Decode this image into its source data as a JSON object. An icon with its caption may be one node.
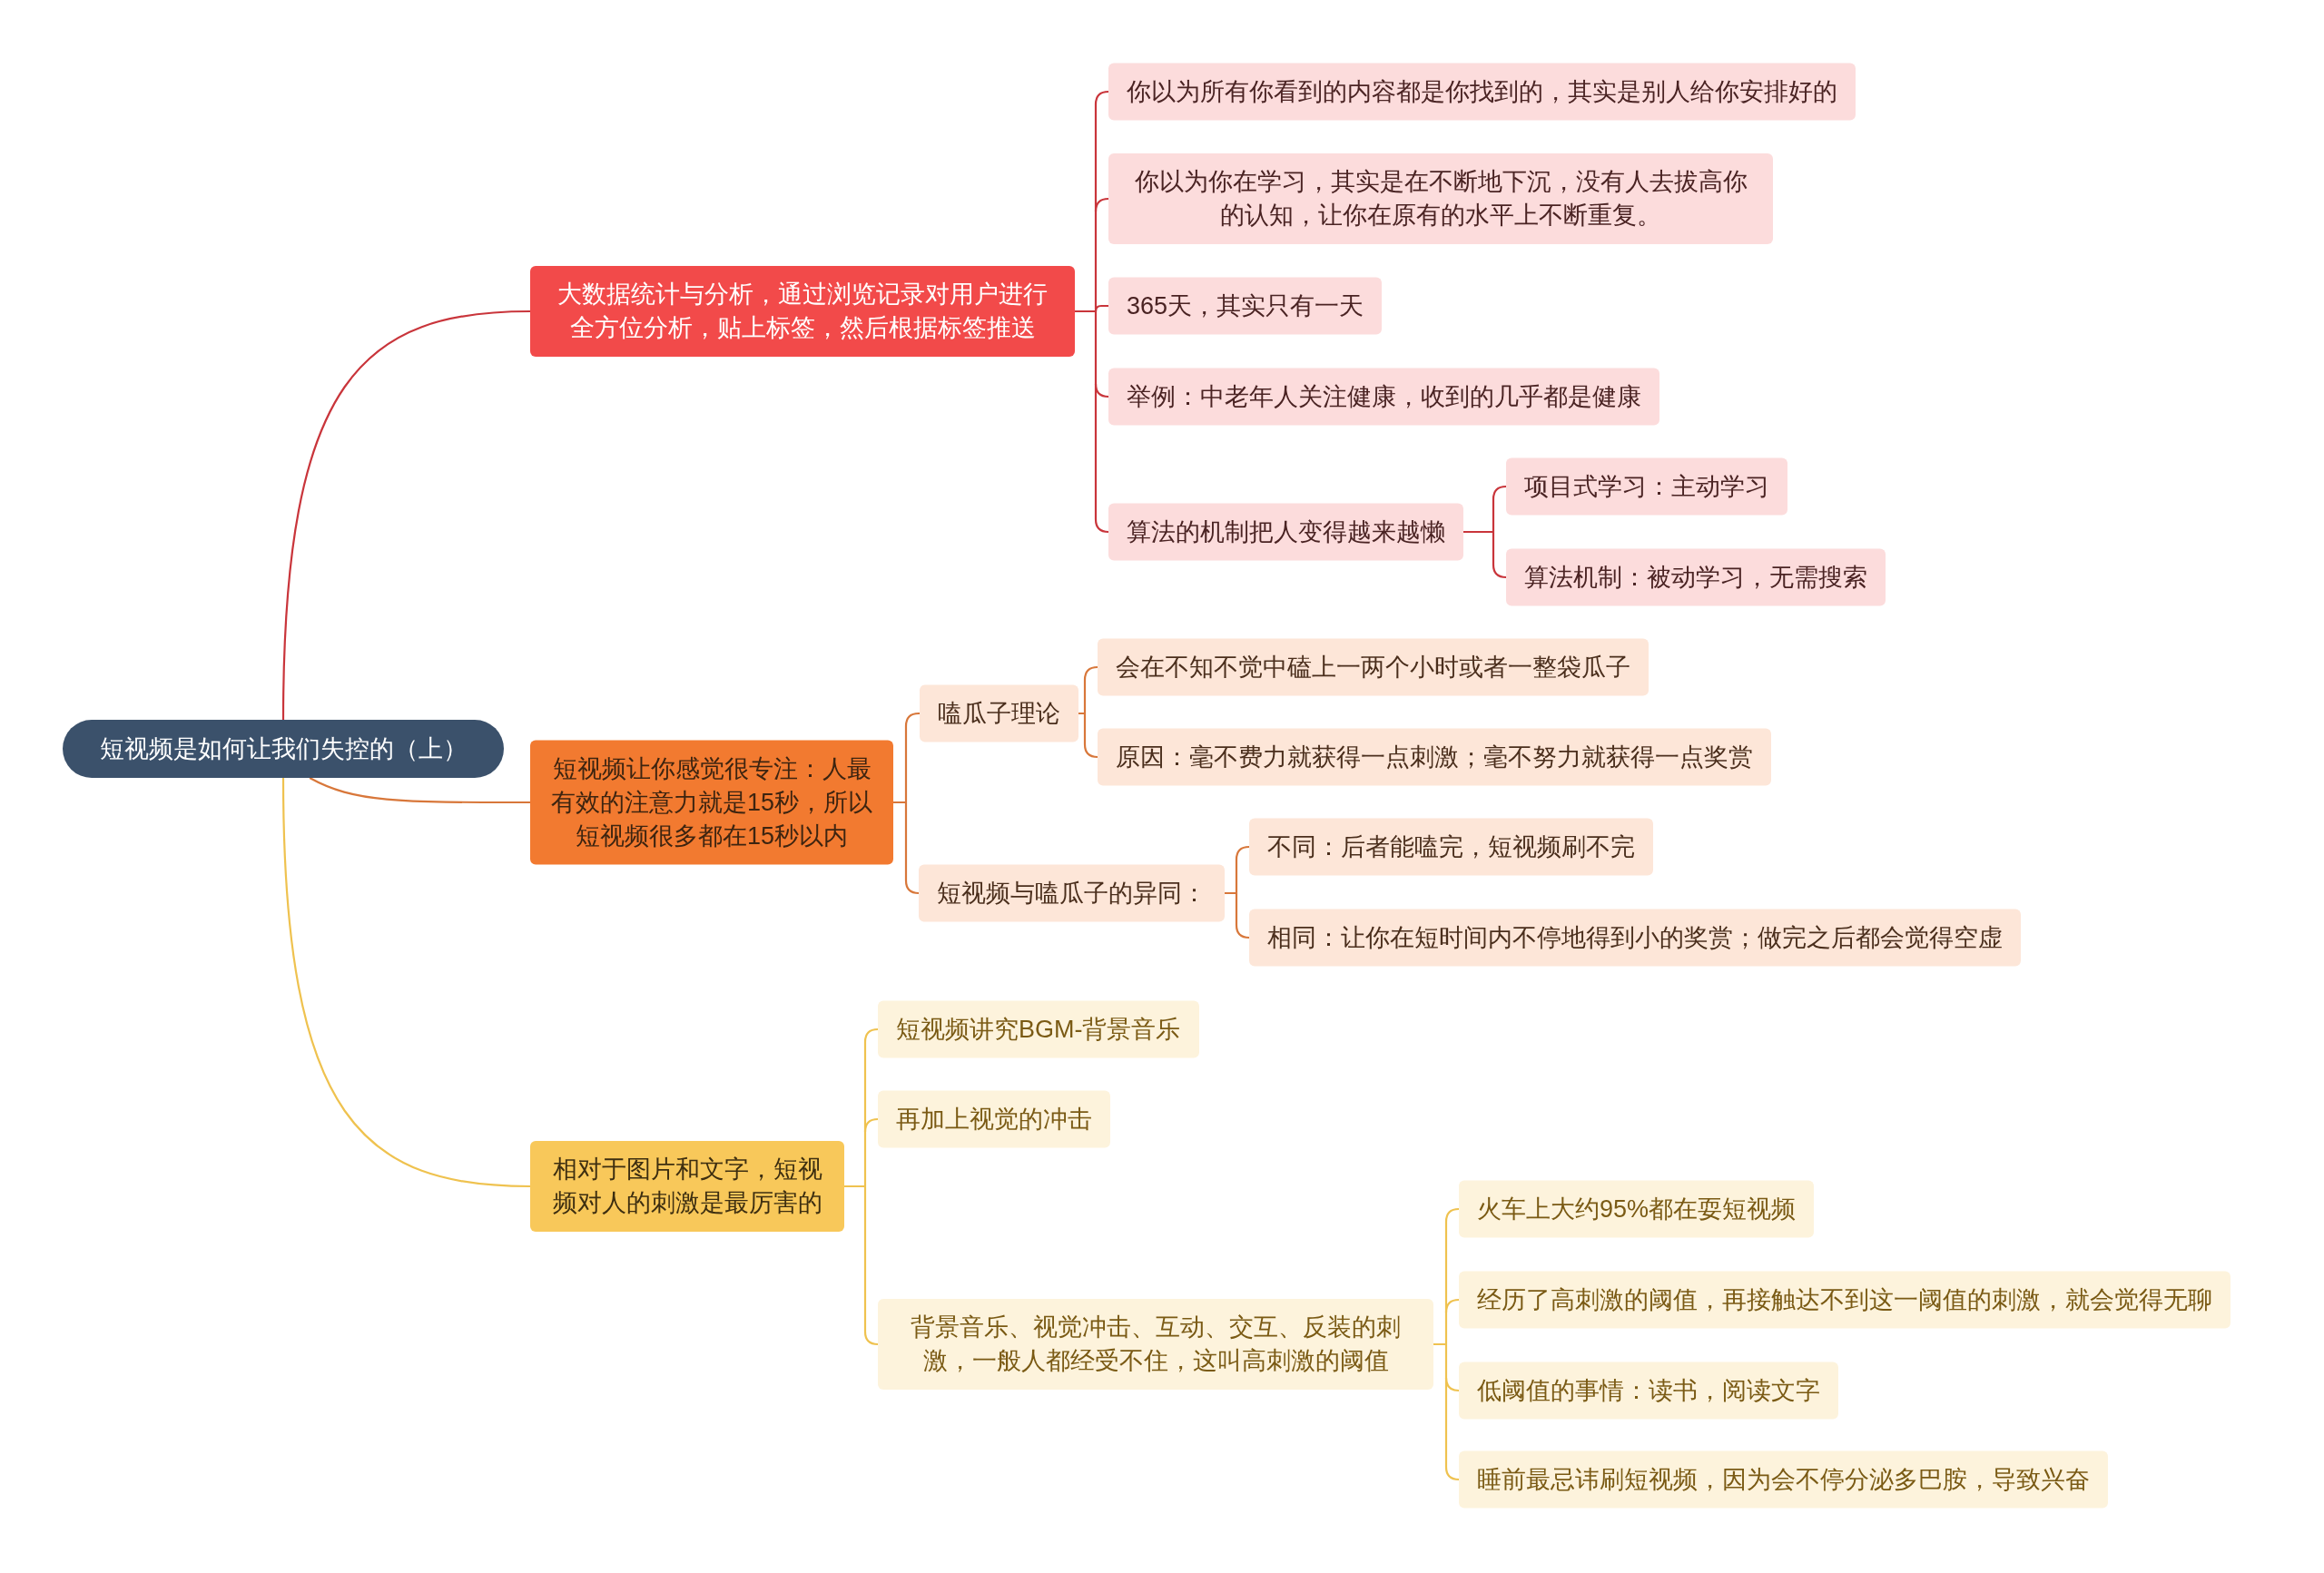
{
  "diagram": {
    "nodes": [
      {
        "text": [
          "短视频是如何让我们失控的（上）"
        ]
      },
      {
        "text": [
          "大数据统计与分析，通过浏览记录对用户进行全方位分析，贴上标签，然后根据标签推送"
        ]
      },
      {
        "text": [
          "你以为所有你看到的内容都是你找到的，其实是别人给你安排好的"
        ]
      },
      {
        "text": [
          "你以为你在学习，其实是在不断地下沉，没有人去拔高你的认知，让你在原有的水平上不断重复。"
        ]
      },
      {
        "text": [
          "365天，其实只有一天"
        ]
      },
      {
        "text": [
          "举例：中老年人关注健康，收到的几乎都是健康"
        ]
      },
      {
        "text": [
          "算法的机制把人变得越来越懒"
        ]
      },
      {
        "text": [
          "项目式学习：主动学习"
        ]
      },
      {
        "text": [
          "算法机制：被动学习，无需搜索"
        ]
      },
      {
        "text": [
          "短视频让你感觉很专注：人最有效的注意力就是15秒，所以短视频很多都在15秒以内"
        ]
      },
      {
        "text": [
          "嗑瓜子理论"
        ]
      },
      {
        "text": [
          "会在不知不觉中磕上一两个小时或者一整袋瓜子"
        ]
      },
      {
        "text": [
          "原因：毫不费力就获得一点刺激；毫不努力就获得一点奖赏"
        ]
      },
      {
        "text": [
          "短视频与嗑瓜子的异同："
        ]
      },
      {
        "text": [
          "不同：后者能嗑完，短视频刷不完"
        ]
      },
      {
        "text": [
          "相同：让你在短时间内不停地得到小的奖赏；做完之后都会觉得空虚"
        ]
      },
      {
        "text": [
          "相对于图片和文字，短视频对人的刺激是最厉害的"
        ]
      },
      {
        "text": [
          "短视频讲究BGM-背景音乐"
        ]
      },
      {
        "text": [
          "再加上视觉的冲击"
        ]
      },
      {
        "text": [
          "背景音乐、视觉冲击、互动、交互、反装的刺激，一般人都经受不住，这叫高刺激的阈值"
        ]
      },
      {
        "text": [
          "火车上大约95%都在耍短视频"
        ]
      },
      {
        "text": [
          "经历了高刺激的阈值，再接触达不到这一阈值的刺激，就会觉得无聊"
        ]
      },
      {
        "text": [
          "低阈值的事情：读书，阅读文字"
        ]
      },
      {
        "text": [
          "睡前最忌讳刷短视频，因为会不停分泌多巴胺，导致兴奋"
        ]
      }
    ],
    "edges": [
      {
        "from": 0,
        "to": 1,
        "arrow": "none",
        "color": "#c9353b"
      },
      {
        "from": 1,
        "to": 2,
        "arrow": "none",
        "color": "#c9353b"
      },
      {
        "from": 1,
        "to": 3,
        "arrow": "none",
        "color": "#c9353b"
      },
      {
        "from": 1,
        "to": 4,
        "arrow": "none",
        "color": "#c9353b"
      },
      {
        "from": 1,
        "to": 5,
        "arrow": "none",
        "color": "#c9353b"
      },
      {
        "from": 1,
        "to": 6,
        "arrow": "none",
        "color": "#c9353b"
      },
      {
        "from": 6,
        "to": 7,
        "arrow": "none",
        "color": "#c9353b"
      },
      {
        "from": 6,
        "to": 8,
        "arrow": "none",
        "color": "#c9353b"
      },
      {
        "from": 0,
        "to": 9,
        "arrow": "none",
        "color": "#d8773a"
      },
      {
        "from": 9,
        "to": 10,
        "arrow": "none",
        "color": "#d8773a"
      },
      {
        "from": 9,
        "to": 13,
        "arrow": "none",
        "color": "#d8773a"
      },
      {
        "from": 10,
        "to": 11,
        "arrow": "none",
        "color": "#d8773a"
      },
      {
        "from": 10,
        "to": 12,
        "arrow": "none",
        "color": "#d8773a"
      },
      {
        "from": 13,
        "to": 14,
        "arrow": "none",
        "color": "#d8773a"
      },
      {
        "from": 13,
        "to": 15,
        "arrow": "none",
        "color": "#d8773a"
      },
      {
        "from": 0,
        "to": 16,
        "arrow": "none",
        "color": "#efc24f"
      },
      {
        "from": 16,
        "to": 17,
        "arrow": "none",
        "color": "#efc24f"
      },
      {
        "from": 16,
        "to": 18,
        "arrow": "none",
        "color": "#efc24f"
      },
      {
        "from": 16,
        "to": 19,
        "arrow": "none",
        "color": "#efc24f"
      },
      {
        "from": 19,
        "to": 20,
        "arrow": "none",
        "color": "#efc24f"
      },
      {
        "from": 19,
        "to": 21,
        "arrow": "none",
        "color": "#efc24f"
      },
      {
        "from": 19,
        "to": 22,
        "arrow": "none",
        "color": "#efc24f"
      },
      {
        "from": 19,
        "to": 23,
        "arrow": "none",
        "color": "#efc24f"
      }
    ]
  }
}
